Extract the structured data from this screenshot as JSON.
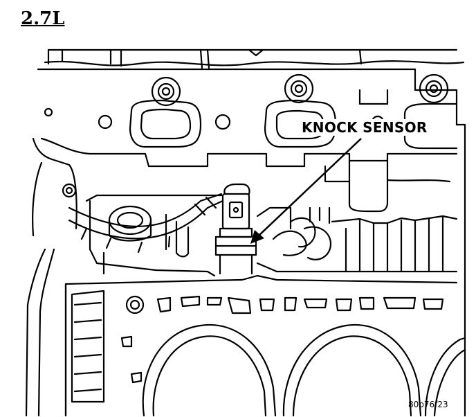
{
  "figure": {
    "title": "2.7L",
    "callout": "KNOCK SENSOR",
    "code": "80b76f23"
  },
  "colors": {
    "ink": "#000000",
    "paper": "#ffffff"
  }
}
